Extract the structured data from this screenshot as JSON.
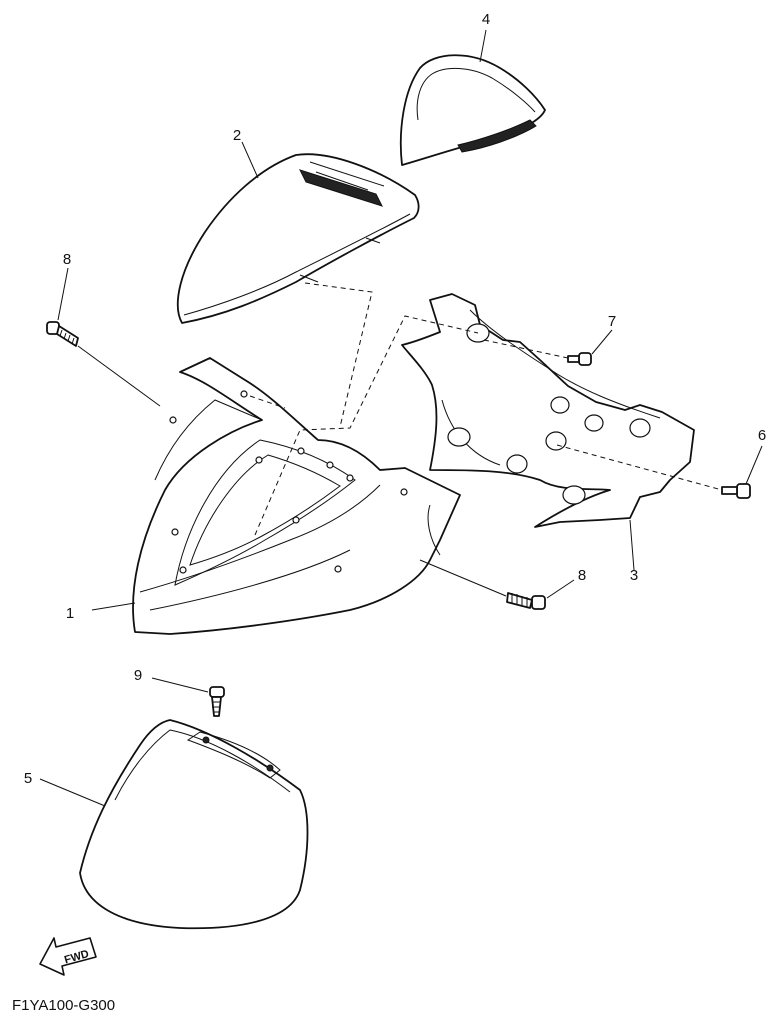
{
  "callouts": [
    {
      "id": "1",
      "text": "1"
    },
    {
      "id": "2",
      "text": "2"
    },
    {
      "id": "3",
      "text": "3"
    },
    {
      "id": "4",
      "text": "4"
    },
    {
      "id": "5",
      "text": "5"
    },
    {
      "id": "6",
      "text": "6"
    },
    {
      "id": "7",
      "text": "7"
    },
    {
      "id": "8a",
      "text": "8"
    },
    {
      "id": "8b",
      "text": "8"
    },
    {
      "id": "9",
      "text": "9"
    }
  ],
  "fwd_label": "FWD",
  "diagram_code": "F1YA100-G300"
}
